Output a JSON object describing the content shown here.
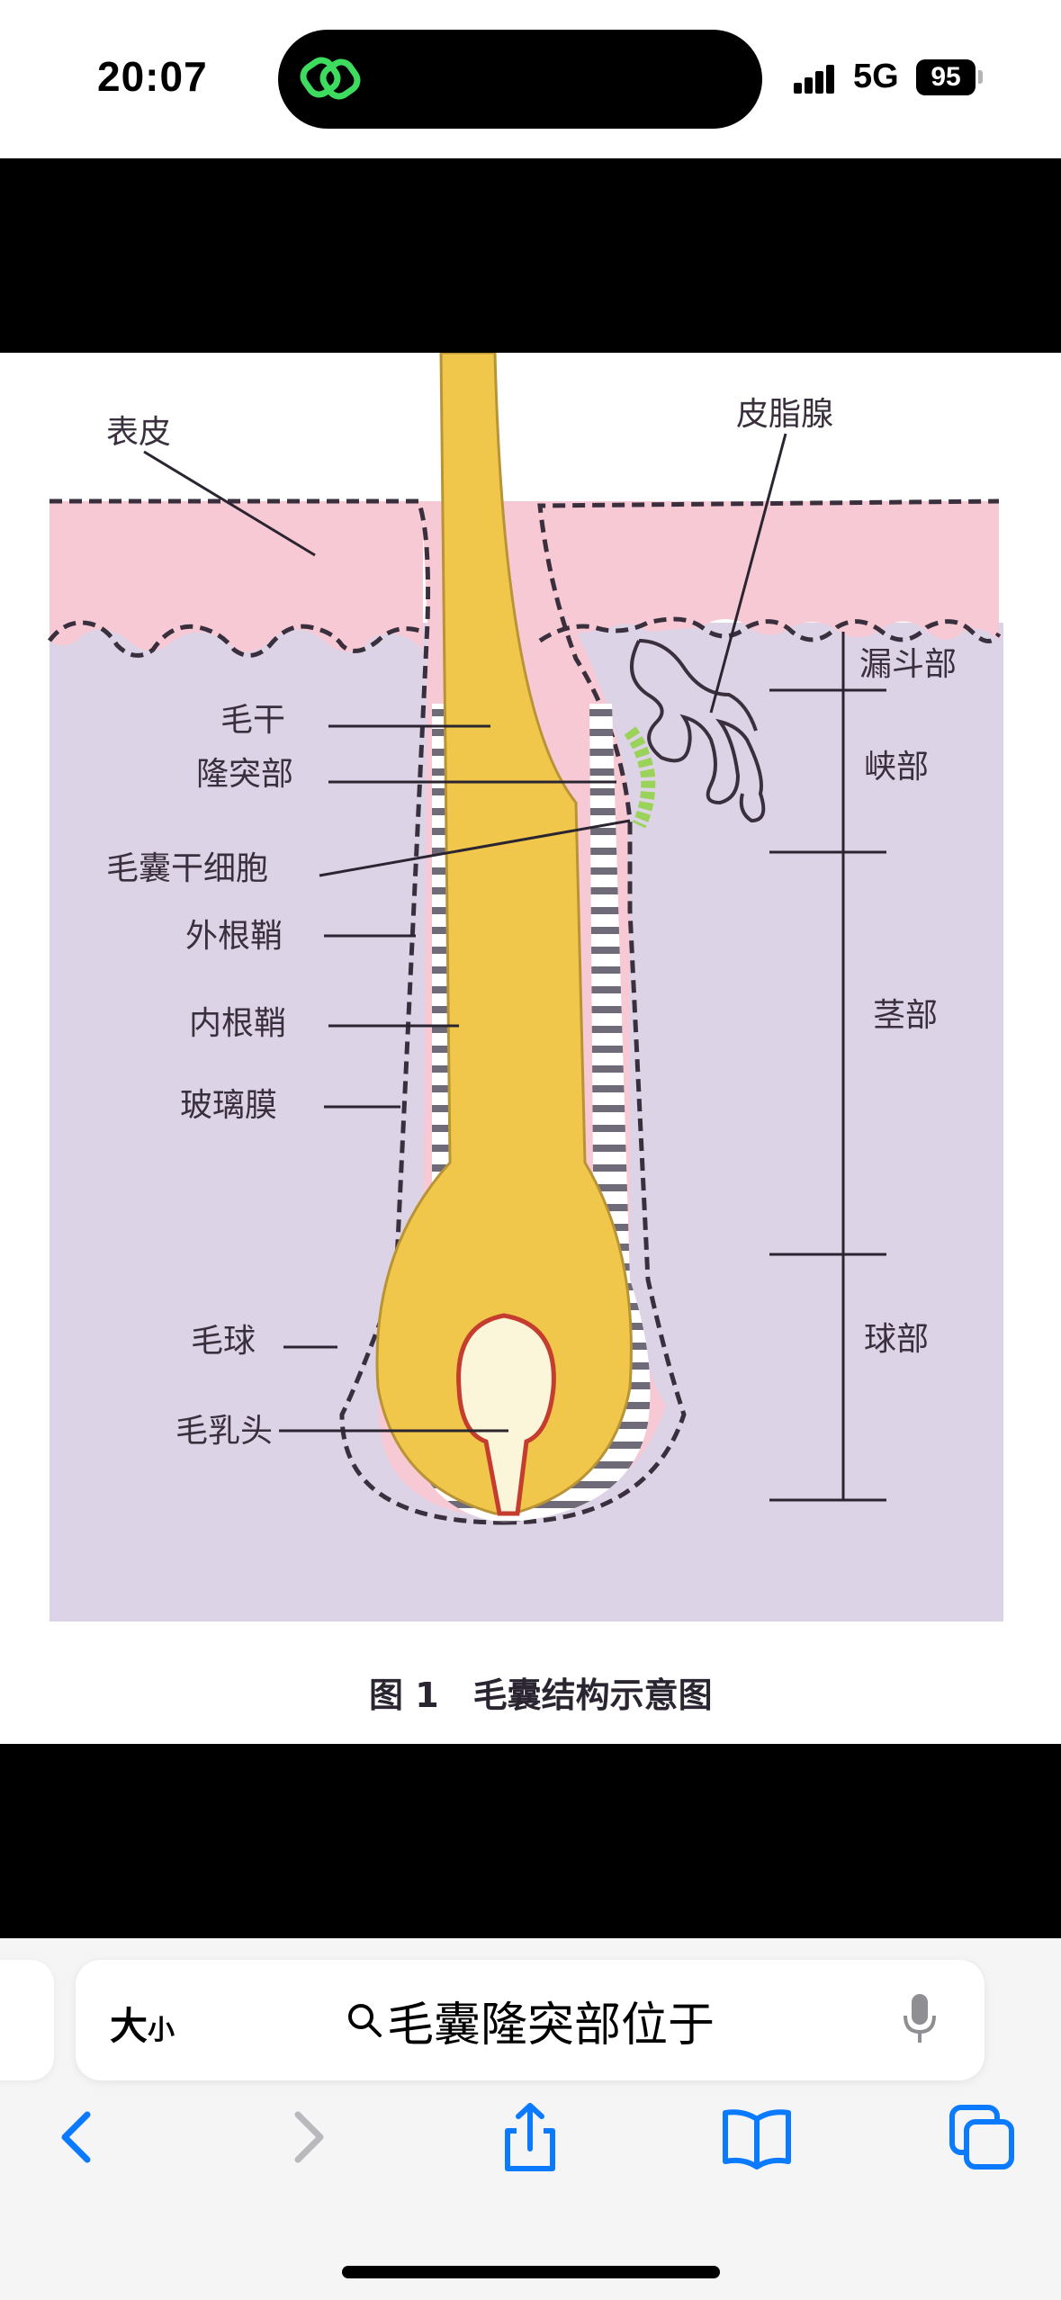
{
  "status_bar": {
    "time": "20:07",
    "network": "5G",
    "battery": "95"
  },
  "figure": {
    "left_labels": {
      "epidermis": "表皮",
      "hair_shaft": "毛干",
      "bulge": "隆突部",
      "stem_cells": "毛囊干细胞",
      "outer_root_sheath": "外根鞘",
      "inner_root_sheath": "内根鞘",
      "glassy_membrane": "玻璃膜",
      "hair_bulb": "毛球",
      "dermal_papilla": "毛乳头"
    },
    "right_labels": {
      "sebaceous_gland": "皮脂腺",
      "infundibulum": "漏斗部",
      "isthmus": "峡部",
      "stem": "茎部",
      "bulb": "球部"
    },
    "caption": "图 1　毛囊结构示意图"
  },
  "address_bar": {
    "size_label_big": "大",
    "size_label_small": "小",
    "query": "毛囊隆突部位于"
  },
  "colors": {
    "skin_pink": "#f7c9d4",
    "dermis_lavender": "#ddd3e6",
    "hair_yellow": "#f0c74a",
    "papilla_cream": "#fbf5d9",
    "stem_cell_green": "#9bd35a",
    "accent_blue": "#0a7aff"
  },
  "icons": [
    "app-link-icon",
    "signal-icon",
    "search-icon",
    "mic-icon",
    "back-icon",
    "forward-icon",
    "share-icon",
    "bookmarks-icon",
    "tabs-icon"
  ]
}
